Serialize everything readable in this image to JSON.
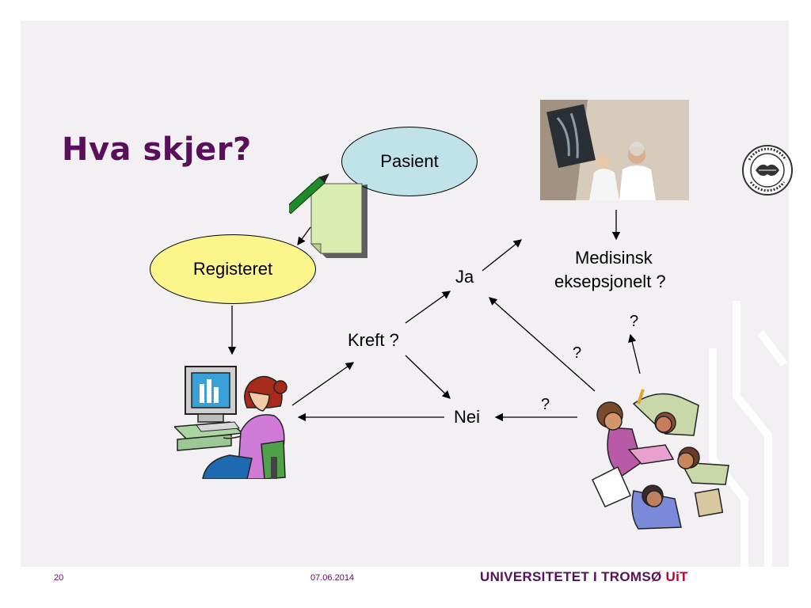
{
  "title": "Hva skjer?",
  "nodes": {
    "pasient": "Pasient",
    "registeret": "Registeret",
    "kreft": "Kreft ?",
    "ja": "Ja",
    "nei": "Nei",
    "medisinsk": "Medisinsk",
    "eksepsjonelt": "eksepsjonelt ?"
  },
  "questions": {
    "q1": "?",
    "q2": "?",
    "q3": "?"
  },
  "footer": {
    "page": "20",
    "date": "07.06.2014",
    "university": "UNIVERSITETET I TROMSØ",
    "abbr": "UiT"
  },
  "colors": {
    "title": "#5a0f5a",
    "pasient_fill": "#bfe3e9",
    "registeret_fill": "#fbf58c",
    "uit_red": "#c00030"
  },
  "icons": [
    "x-ray-photo",
    "university-seal",
    "woman-at-computer-clipart",
    "team-puzzle-clipart",
    "pen-and-form-clipart"
  ]
}
